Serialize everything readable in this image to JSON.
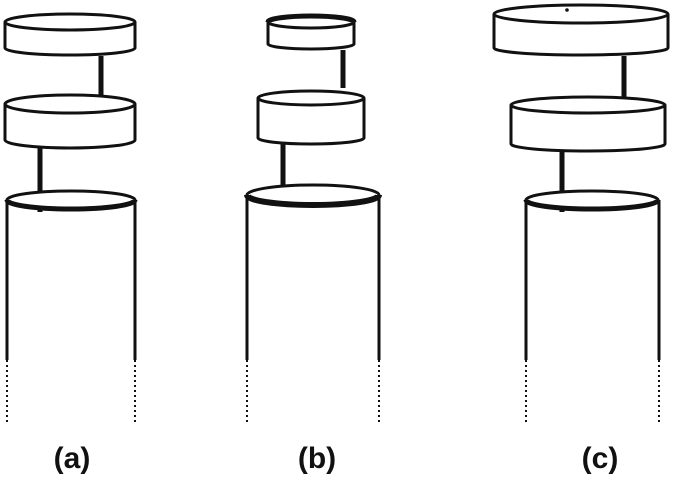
{
  "panels": [
    {
      "label": "(a)"
    },
    {
      "label": "(b)"
    },
    {
      "label": "(c)"
    }
  ],
  "colors": {
    "stroke": "#111111",
    "background": "#ffffff"
  }
}
